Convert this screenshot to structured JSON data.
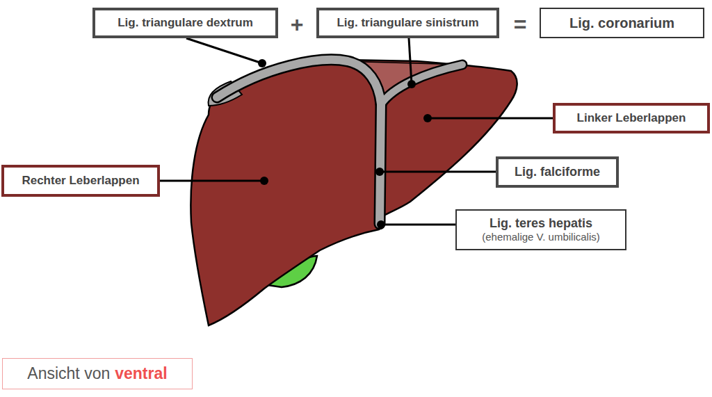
{
  "diagram": {
    "nodes": [
      {
        "text": [
          "Lig. triangulare dextrum"
        ]
      },
      {
        "text": [
          "Lig. triangulare sinistrum"
        ]
      },
      {
        "text": [
          "Lig. coronarium"
        ]
      },
      {
        "text": [
          "Linker Leberlappen"
        ]
      },
      {
        "text": [
          "Rechter Leberlappen"
        ]
      },
      {
        "text": [
          "Lig. falciforme"
        ]
      },
      {
        "text": [
          "Lig. teres hepatis",
          "(ehemalige V. umbilicalis)"
        ]
      },
      {
        "text": [
          "Ansicht von",
          "ventral"
        ]
      }
    ],
    "labels": [
      "+",
      "="
    ]
  }
}
